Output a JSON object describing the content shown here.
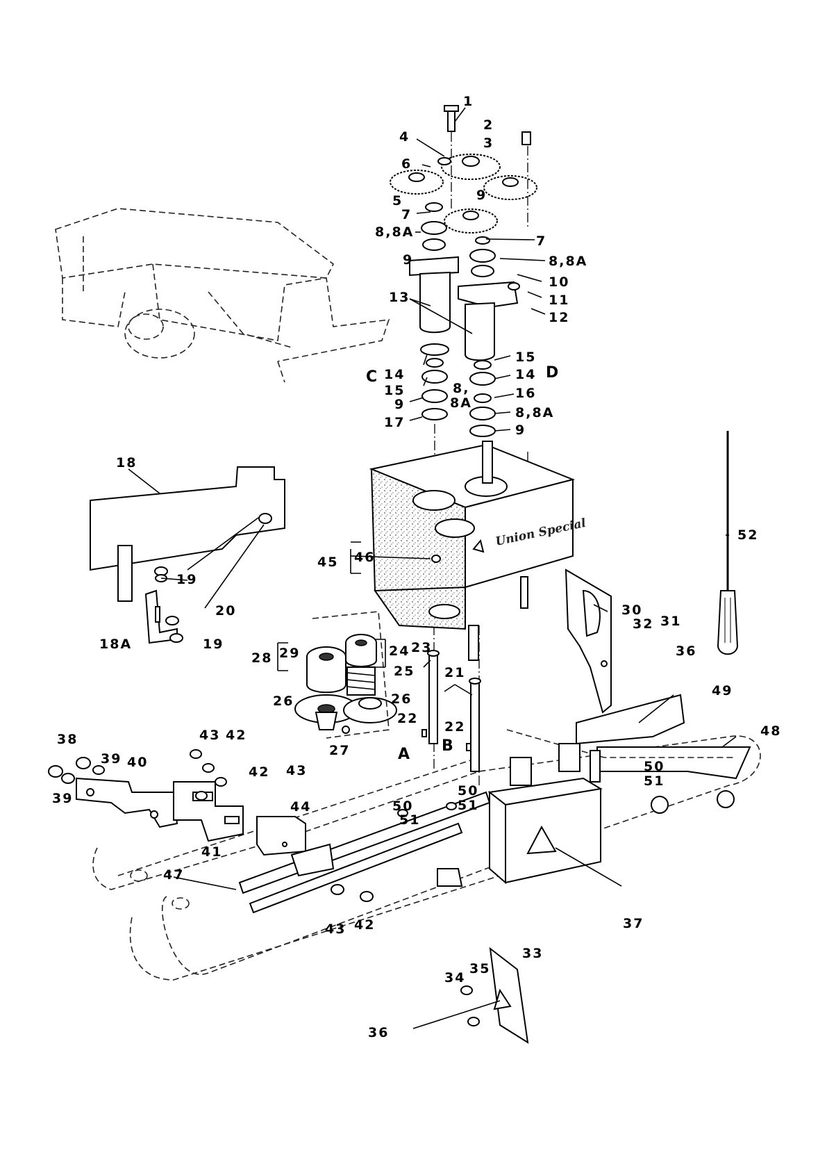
{
  "callouts": [
    {
      "text": "1"
    },
    {
      "text": "2"
    },
    {
      "text": "3"
    },
    {
      "text": "4"
    },
    {
      "text": "6"
    },
    {
      "text": "9"
    },
    {
      "text": "5"
    },
    {
      "text": "7"
    },
    {
      "text": "8,8A"
    },
    {
      "text": "7"
    },
    {
      "text": "9"
    },
    {
      "text": "8,8A"
    },
    {
      "text": "10"
    },
    {
      "text": "13"
    },
    {
      "text": "11"
    },
    {
      "text": "12"
    },
    {
      "text": "15"
    },
    {
      "text": "14"
    },
    {
      "text": "14"
    },
    {
      "text": "15"
    },
    {
      "text": "8,"
    },
    {
      "text": "16"
    },
    {
      "text": "9"
    },
    {
      "text": "8A"
    },
    {
      "text": "8,8A"
    },
    {
      "text": "17"
    },
    {
      "text": "9"
    },
    {
      "text": "18"
    },
    {
      "text": "52"
    },
    {
      "text": "45"
    },
    {
      "text": "46"
    },
    {
      "text": "19"
    },
    {
      "text": "20"
    },
    {
      "text": "30"
    },
    {
      "text": "32"
    },
    {
      "text": "31"
    },
    {
      "text": "18A"
    },
    {
      "text": "19"
    },
    {
      "text": "36"
    },
    {
      "text": "28"
    },
    {
      "text": "29"
    },
    {
      "text": "24"
    },
    {
      "text": "23"
    },
    {
      "text": "25"
    },
    {
      "text": "21"
    },
    {
      "text": "49"
    },
    {
      "text": "26"
    },
    {
      "text": "26"
    },
    {
      "text": "22"
    },
    {
      "text": "22"
    },
    {
      "text": "48"
    },
    {
      "text": "27"
    },
    {
      "text": "38"
    },
    {
      "text": "43"
    },
    {
      "text": "42"
    },
    {
      "text": "39"
    },
    {
      "text": "40"
    },
    {
      "text": "42"
    },
    {
      "text": "43"
    },
    {
      "text": "50"
    },
    {
      "text": "51"
    },
    {
      "text": "50"
    },
    {
      "text": "39"
    },
    {
      "text": "50"
    },
    {
      "text": "51"
    },
    {
      "text": "51"
    },
    {
      "text": "44"
    },
    {
      "text": "41"
    },
    {
      "text": "47"
    },
    {
      "text": "37"
    },
    {
      "text": "43"
    },
    {
      "text": "42"
    },
    {
      "text": "33"
    },
    {
      "text": "34"
    },
    {
      "text": "35"
    },
    {
      "text": "36"
    }
  ],
  "view_letters": [
    {
      "text": "C"
    },
    {
      "text": "D"
    },
    {
      "text": "A"
    },
    {
      "text": "B"
    }
  ],
  "brand_text": "Union Special",
  "colors": {
    "ink": "#000000",
    "paper": "#ffffff"
  }
}
